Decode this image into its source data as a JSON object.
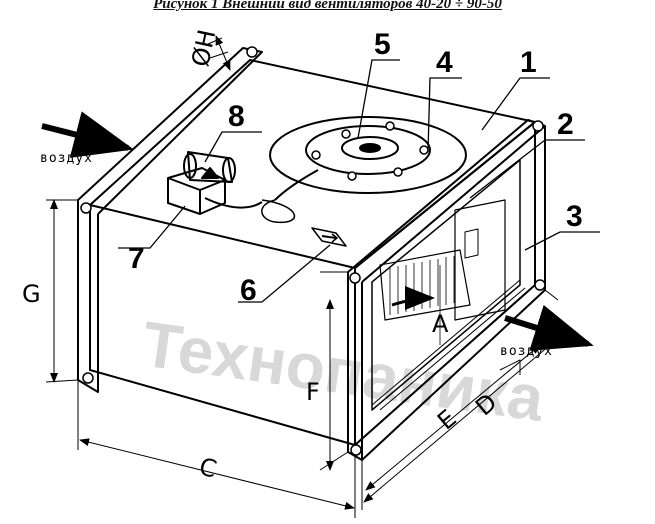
{
  "caption": "Рисунок 1 Внешний вид вентиляторов  40-20 ÷ 90-50",
  "callouts": [
    "1",
    "2",
    "3",
    "4",
    "5",
    "6",
    "7",
    "8"
  ],
  "dimensions": {
    "phi_h": "ØH",
    "g": "G",
    "c": "C",
    "f": "F",
    "e": "E",
    "d": "D",
    "a": "A"
  },
  "airflow": {
    "inlet": "воздух",
    "outlet": "воздух"
  },
  "watermark": "Технопаника"
}
